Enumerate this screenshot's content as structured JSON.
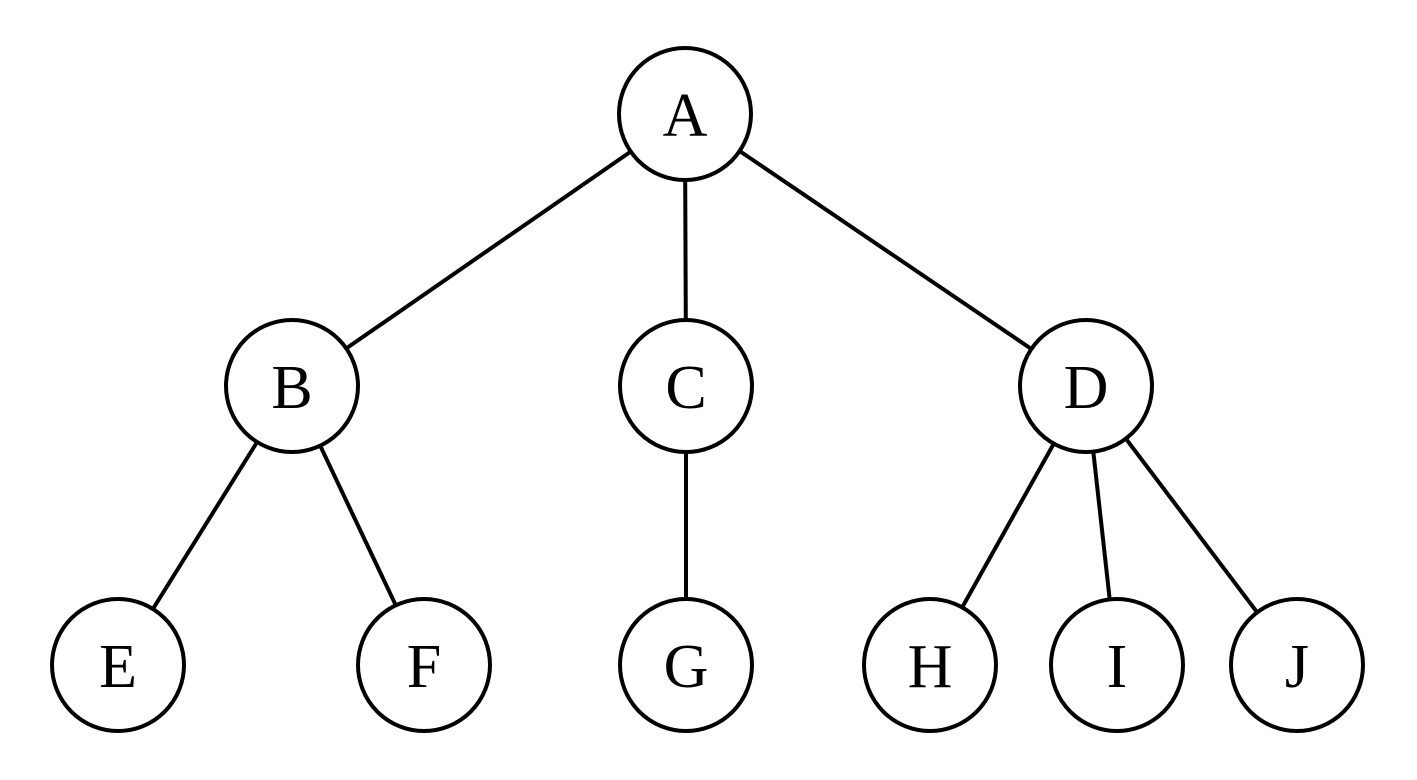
{
  "tree": {
    "root": "A",
    "nodes": [
      {
        "id": "A",
        "label": "A"
      },
      {
        "id": "B",
        "label": "B"
      },
      {
        "id": "C",
        "label": "C"
      },
      {
        "id": "D",
        "label": "D"
      },
      {
        "id": "E",
        "label": "E"
      },
      {
        "id": "F",
        "label": "F"
      },
      {
        "id": "G",
        "label": "G"
      },
      {
        "id": "H",
        "label": "H"
      },
      {
        "id": "I",
        "label": "I"
      },
      {
        "id": "J",
        "label": "J"
      }
    ],
    "edges": [
      {
        "from": "A",
        "to": "B"
      },
      {
        "from": "A",
        "to": "C"
      },
      {
        "from": "A",
        "to": "D"
      },
      {
        "from": "B",
        "to": "E"
      },
      {
        "from": "B",
        "to": "F"
      },
      {
        "from": "C",
        "to": "G"
      },
      {
        "from": "D",
        "to": "H"
      },
      {
        "from": "D",
        "to": "I"
      },
      {
        "from": "D",
        "to": "J"
      }
    ]
  }
}
